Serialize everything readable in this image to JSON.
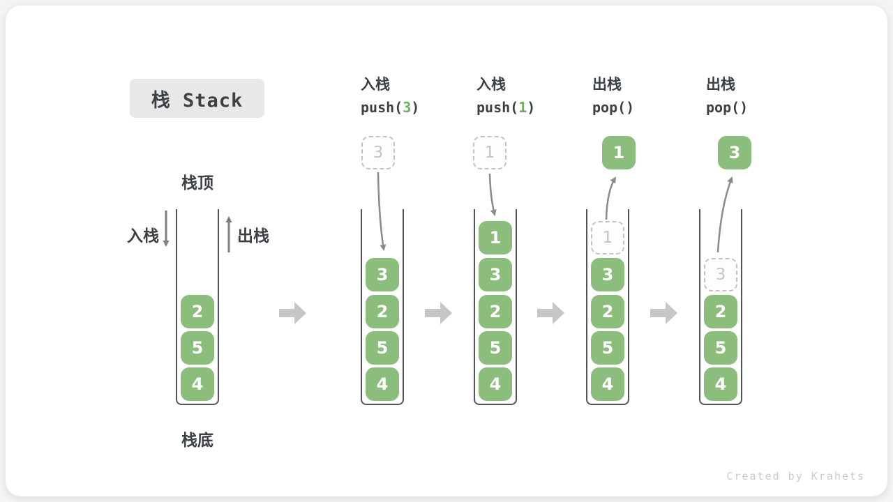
{
  "title": "栈 Stack",
  "side_labels": {
    "top": "栈顶",
    "bottom": "栈底",
    "push": "入栈",
    "pop": "出栈"
  },
  "operations": [
    {
      "name": "入栈",
      "fn": "push(",
      "arg": "3",
      "close": ")"
    },
    {
      "name": "入栈",
      "fn": "push(",
      "arg": "1",
      "close": ")"
    },
    {
      "name": "出栈",
      "fn": "pop(",
      "arg": "",
      "close": ")"
    },
    {
      "name": "出栈",
      "fn": "pop(",
      "arg": "",
      "close": ")"
    }
  ],
  "floating": {
    "pushed_value_1": "3",
    "pushed_value_2": "1",
    "popped_value_1": "1",
    "popped_value_2": "3"
  },
  "stacks": [
    {
      "cells": [
        {
          "value": "2"
        },
        {
          "value": "5"
        },
        {
          "value": "4"
        }
      ]
    },
    {
      "cells": [
        {
          "value": "3"
        },
        {
          "value": "2"
        },
        {
          "value": "5"
        },
        {
          "value": "4"
        }
      ]
    },
    {
      "cells": [
        {
          "value": "1"
        },
        {
          "value": "3"
        },
        {
          "value": "2"
        },
        {
          "value": "5"
        },
        {
          "value": "4"
        }
      ]
    },
    {
      "cells": [
        {
          "value": "1",
          "ghost": true
        },
        {
          "value": "3"
        },
        {
          "value": "2"
        },
        {
          "value": "5"
        },
        {
          "value": "4"
        }
      ]
    },
    {
      "cells": [
        {
          "value": "3",
          "ghost": true
        },
        {
          "value": "2"
        },
        {
          "value": "5"
        },
        {
          "value": "4"
        }
      ]
    }
  ],
  "watermark": "Created by Krahets",
  "colors": {
    "cell_green": "#8bbd7c",
    "code_arg_green": "#6fac5d",
    "text_dark": "#3b4045",
    "arrow_gray": "#8a8a8a",
    "chevron_gray": "#c6c6c6",
    "ghost_gray": "#c3c3c3",
    "wall_gray": "#51555a"
  }
}
